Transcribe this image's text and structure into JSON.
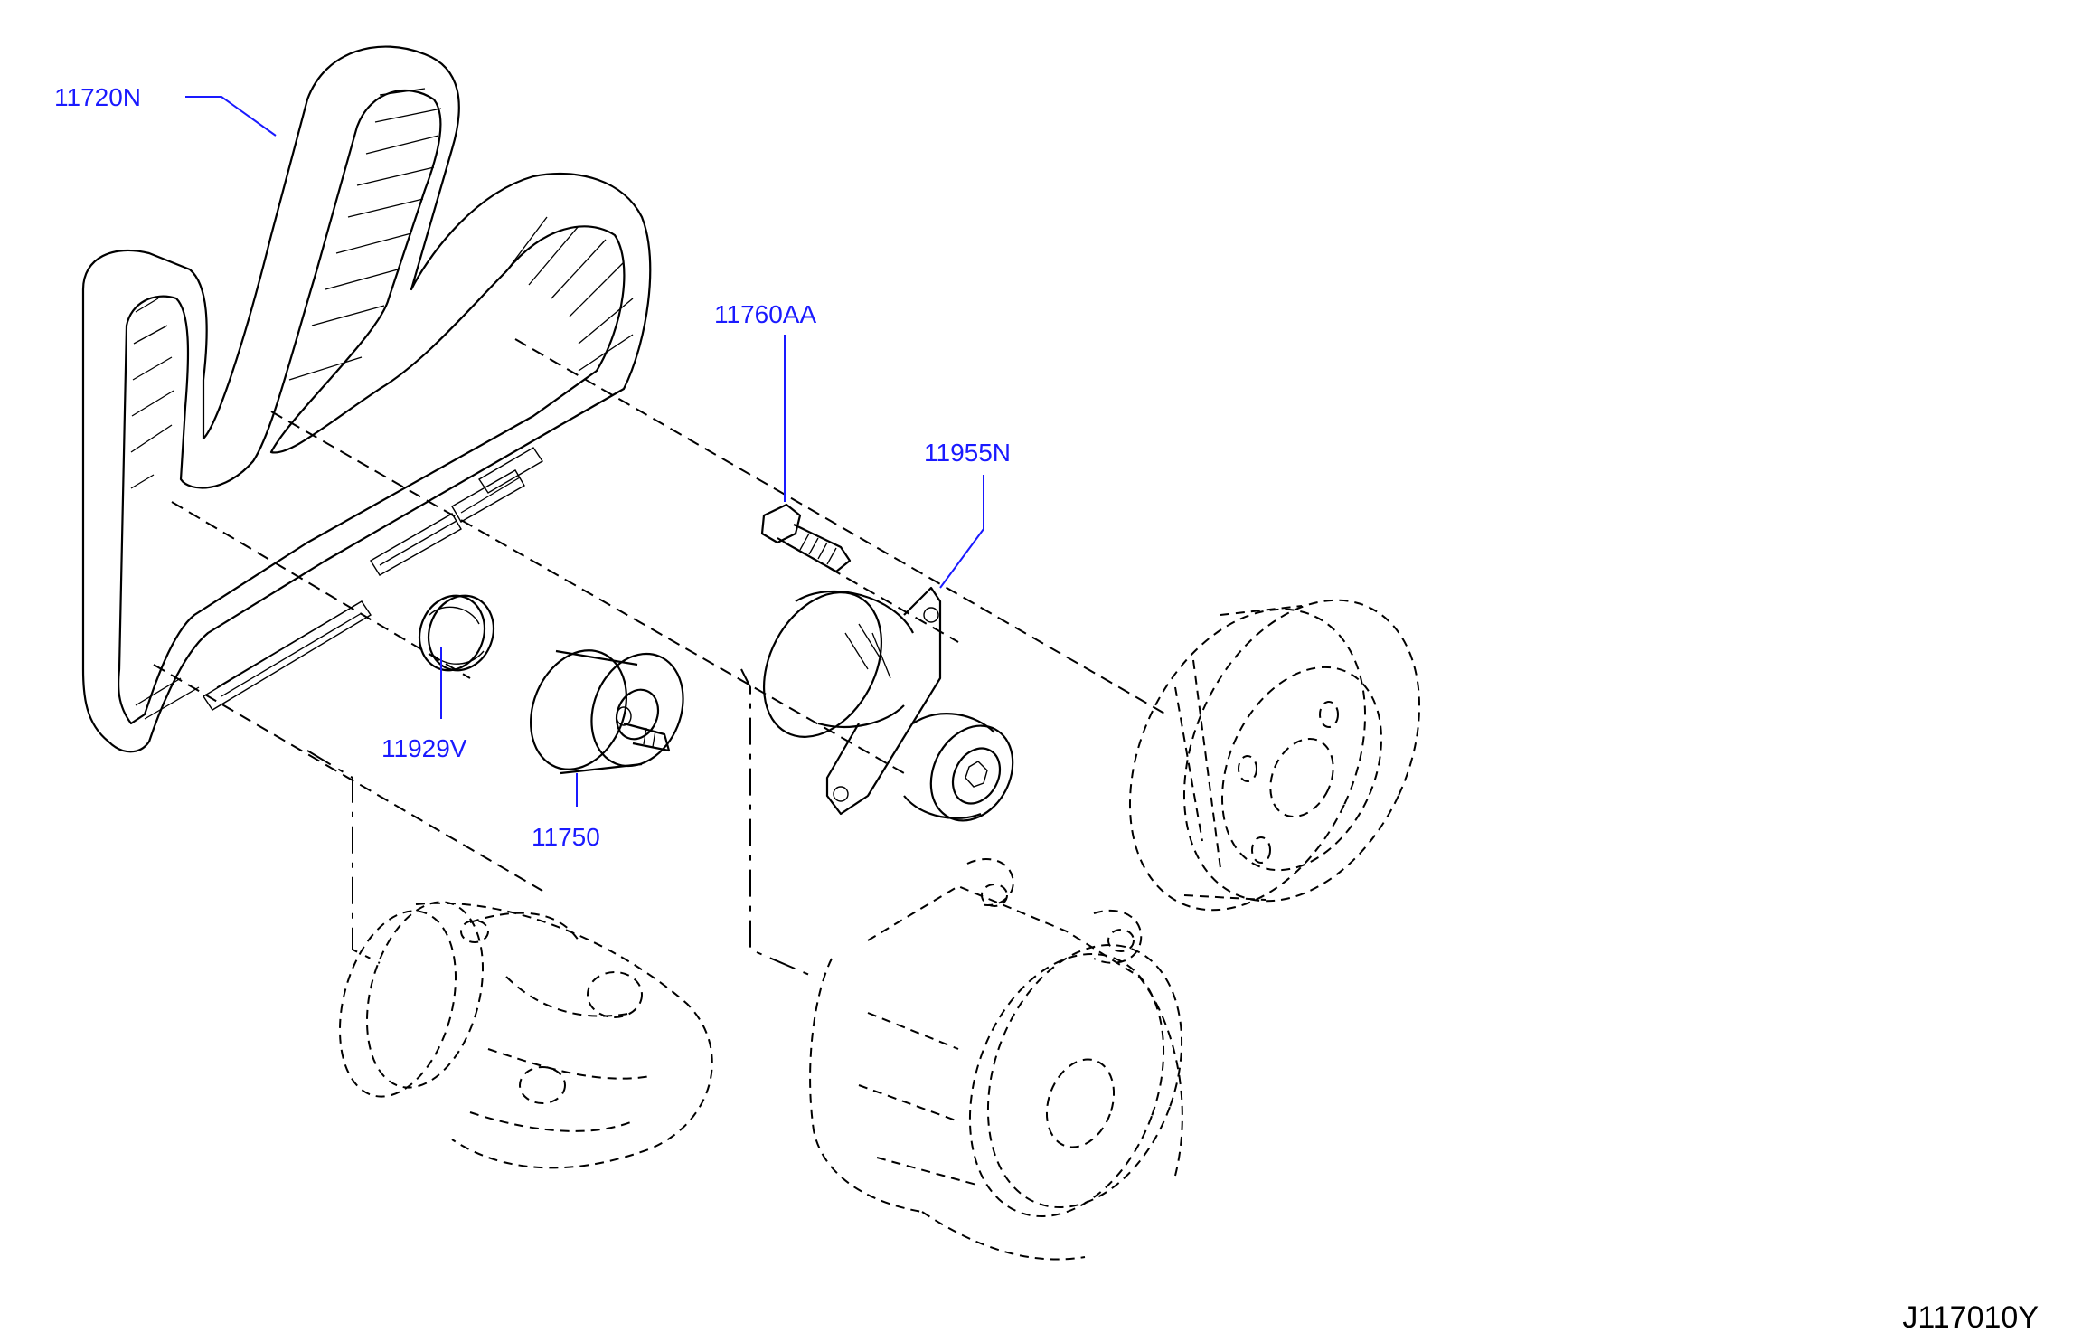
{
  "labels": {
    "belt": "11720N",
    "bolt": "11760AA",
    "tensioner": "11955N",
    "cap": "11929V",
    "idler": "11750"
  },
  "diagram_code": "J117010Y",
  "colors": {
    "label": "#1a1aff",
    "line": "#000000",
    "background": "#ffffff"
  }
}
